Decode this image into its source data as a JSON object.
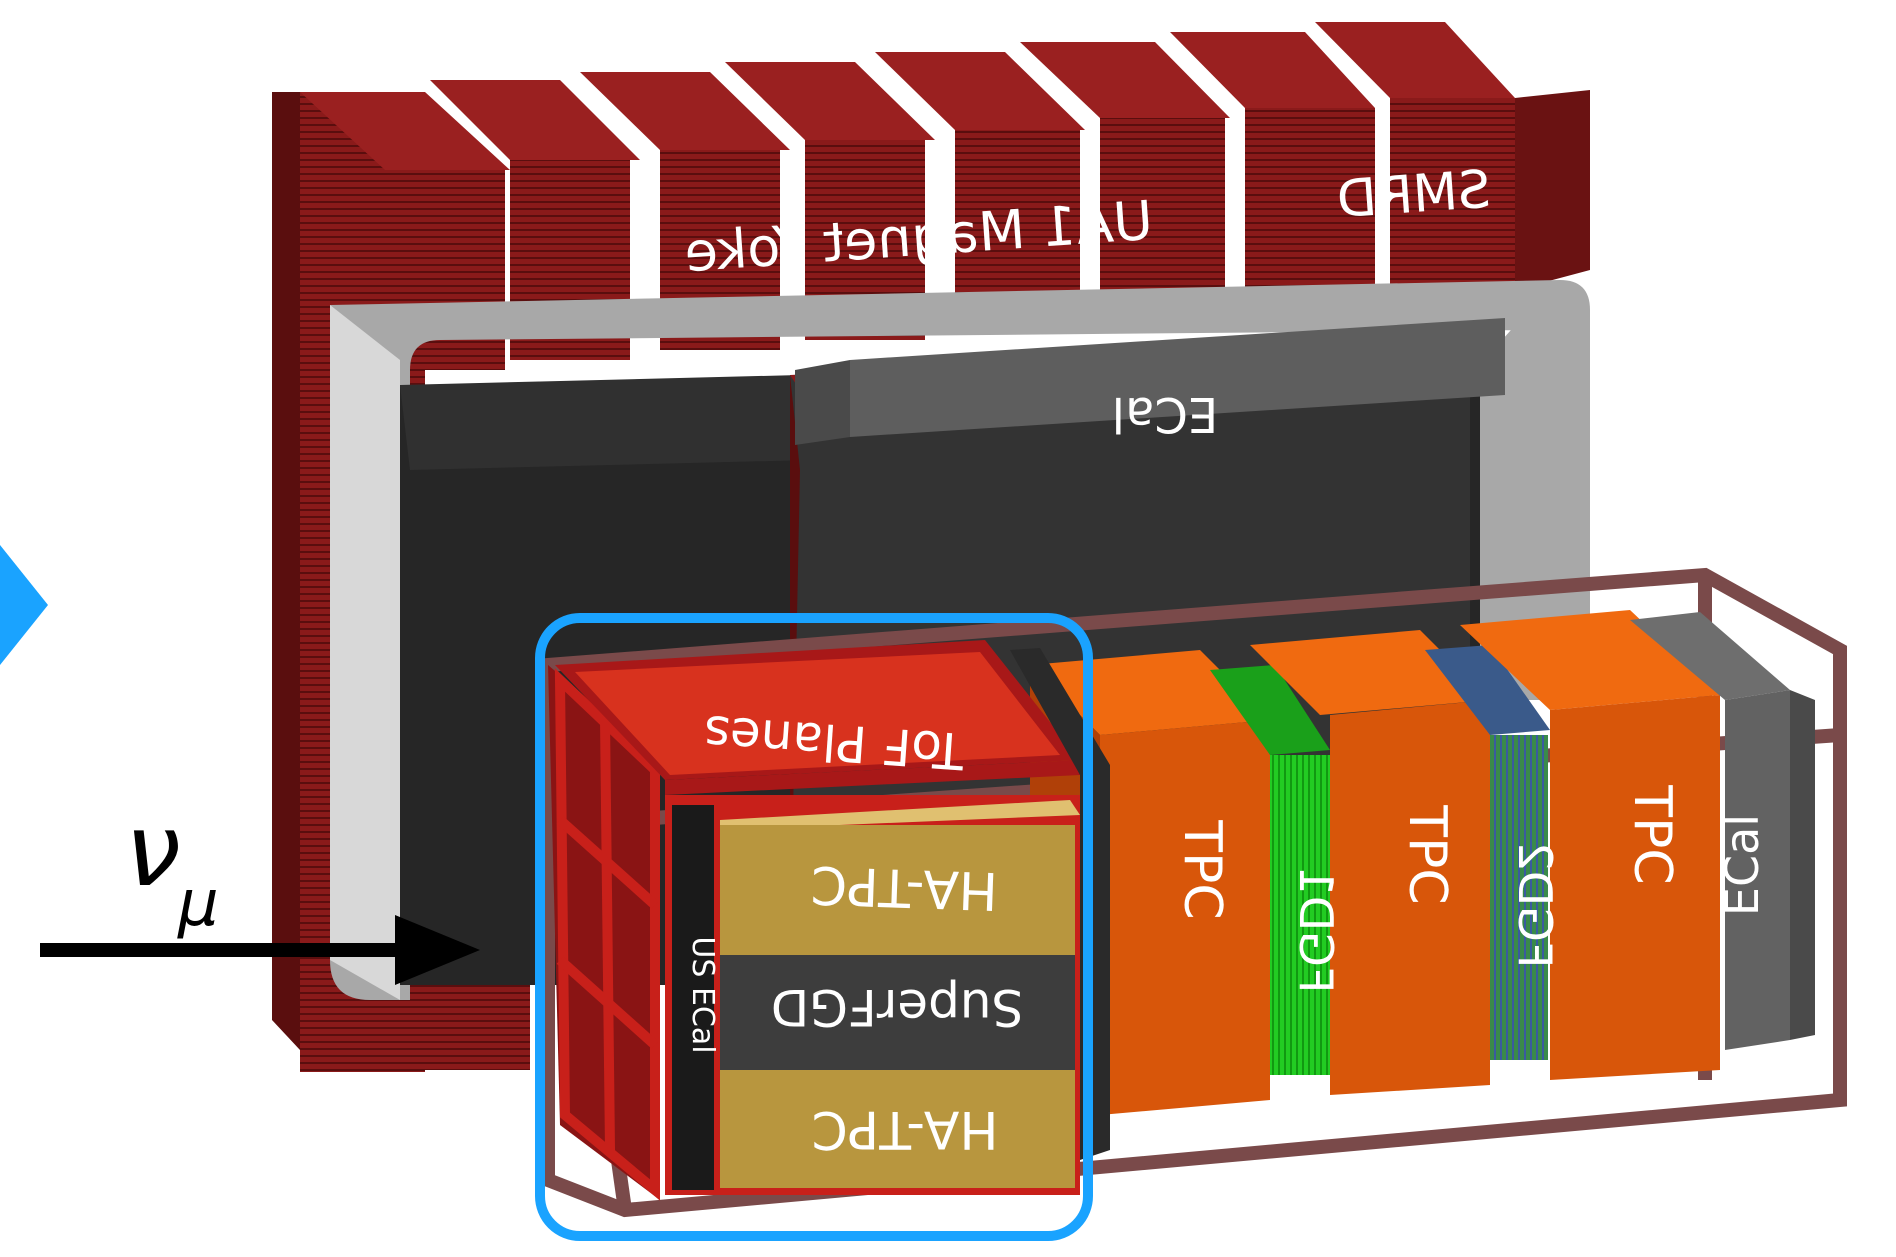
{
  "labels": {
    "yoke": "UA1 Magnet Yoke",
    "smrd": "SMRD",
    "ecal_top": "ECal",
    "tof": "ToF  Planes",
    "hatpc_top": "HA-TPC",
    "superfgd": "SuperFGD",
    "hatpc_bottom": "HA-TPC",
    "us_ecal": "US ECal",
    "tpc1": "TPC",
    "fgd1": "FGD1",
    "tpc2": "TPC",
    "fgd2": "FGD2",
    "tpc3": "TPC",
    "ecal_side": "ECal",
    "neutrino_symbol": "ν",
    "neutrino_subscript": "μ"
  },
  "colors": {
    "yoke": "#8b1a1a",
    "ecal_frame": "#aaaaaa",
    "tpc": "#e05a00",
    "fgd1": "#22cc22",
    "fgd2": "#2a7a8a",
    "hatpc": "#b8963e",
    "superfgd": "#404040",
    "tof": "#c8201a",
    "ecal": "#5a5a5a",
    "highlight": "#1aa3ff",
    "basket": "#7a4a4a"
  },
  "text_mirrored": true
}
